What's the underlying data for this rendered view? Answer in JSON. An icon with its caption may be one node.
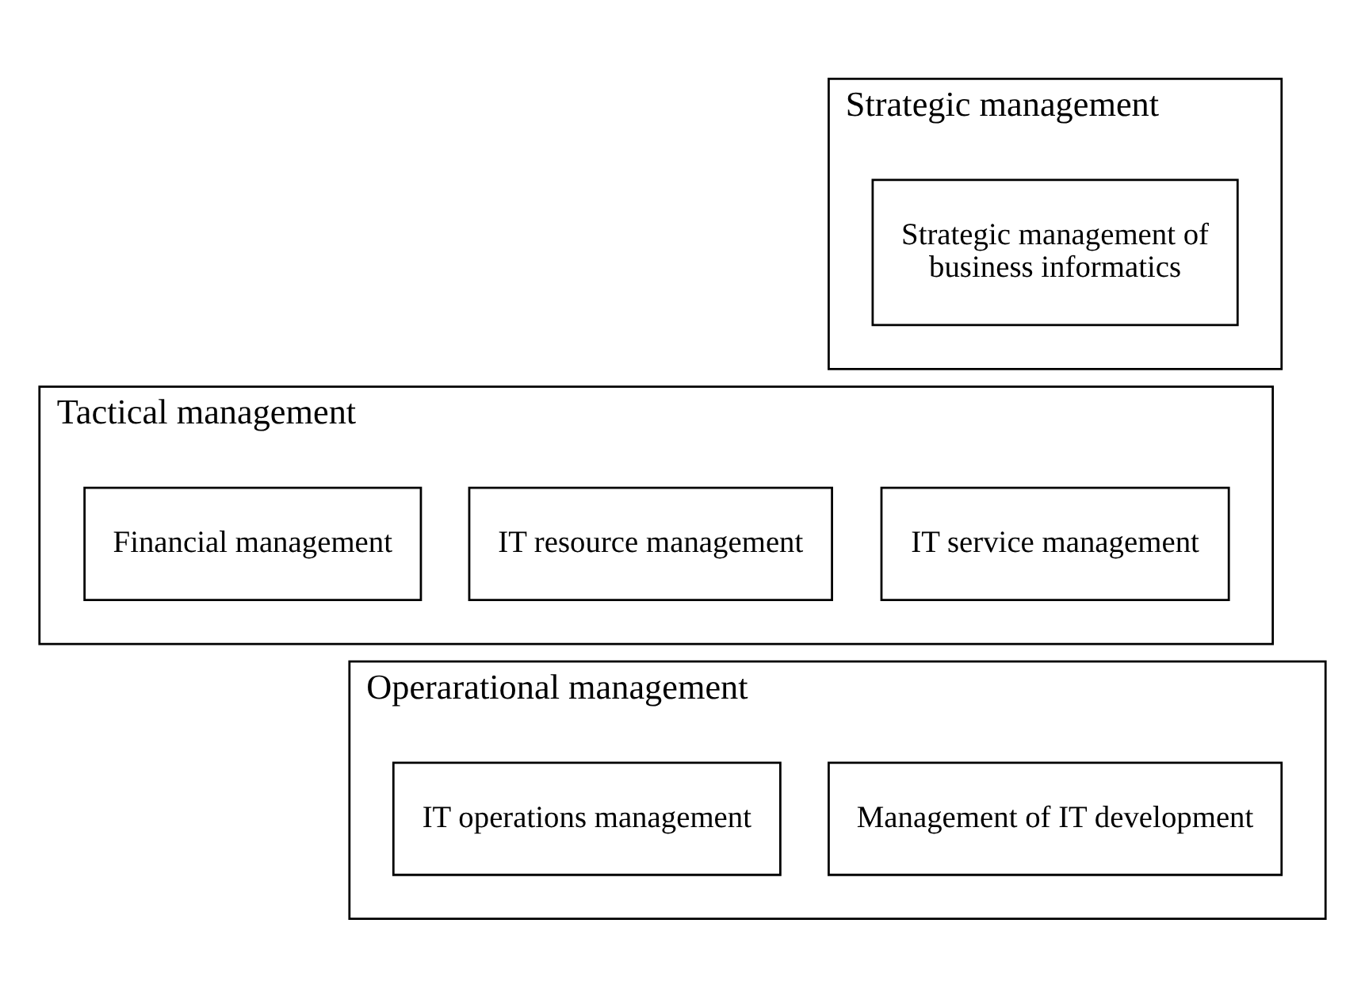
{
  "diagram": {
    "nodes": [
      {
        "text": [
          "Strategic management"
        ]
      },
      {
        "text": [
          "Strategic management of business informatics"
        ],
        "in": 0
      },
      {
        "text": [
          "Tactical management"
        ]
      },
      {
        "text": [
          "IT service management"
        ],
        "in": 2
      },
      {
        "text": [
          "IT resource management"
        ],
        "in": 2
      },
      {
        "text": [
          "Financial management"
        ],
        "in": 2
      },
      {
        "text": [
          "Operarational management"
        ]
      },
      {
        "text": [
          "Management of IT development"
        ],
        "in": 6
      },
      {
        "text": [
          "IT operations management"
        ],
        "in": 6
      }
    ],
    "edges": []
  }
}
